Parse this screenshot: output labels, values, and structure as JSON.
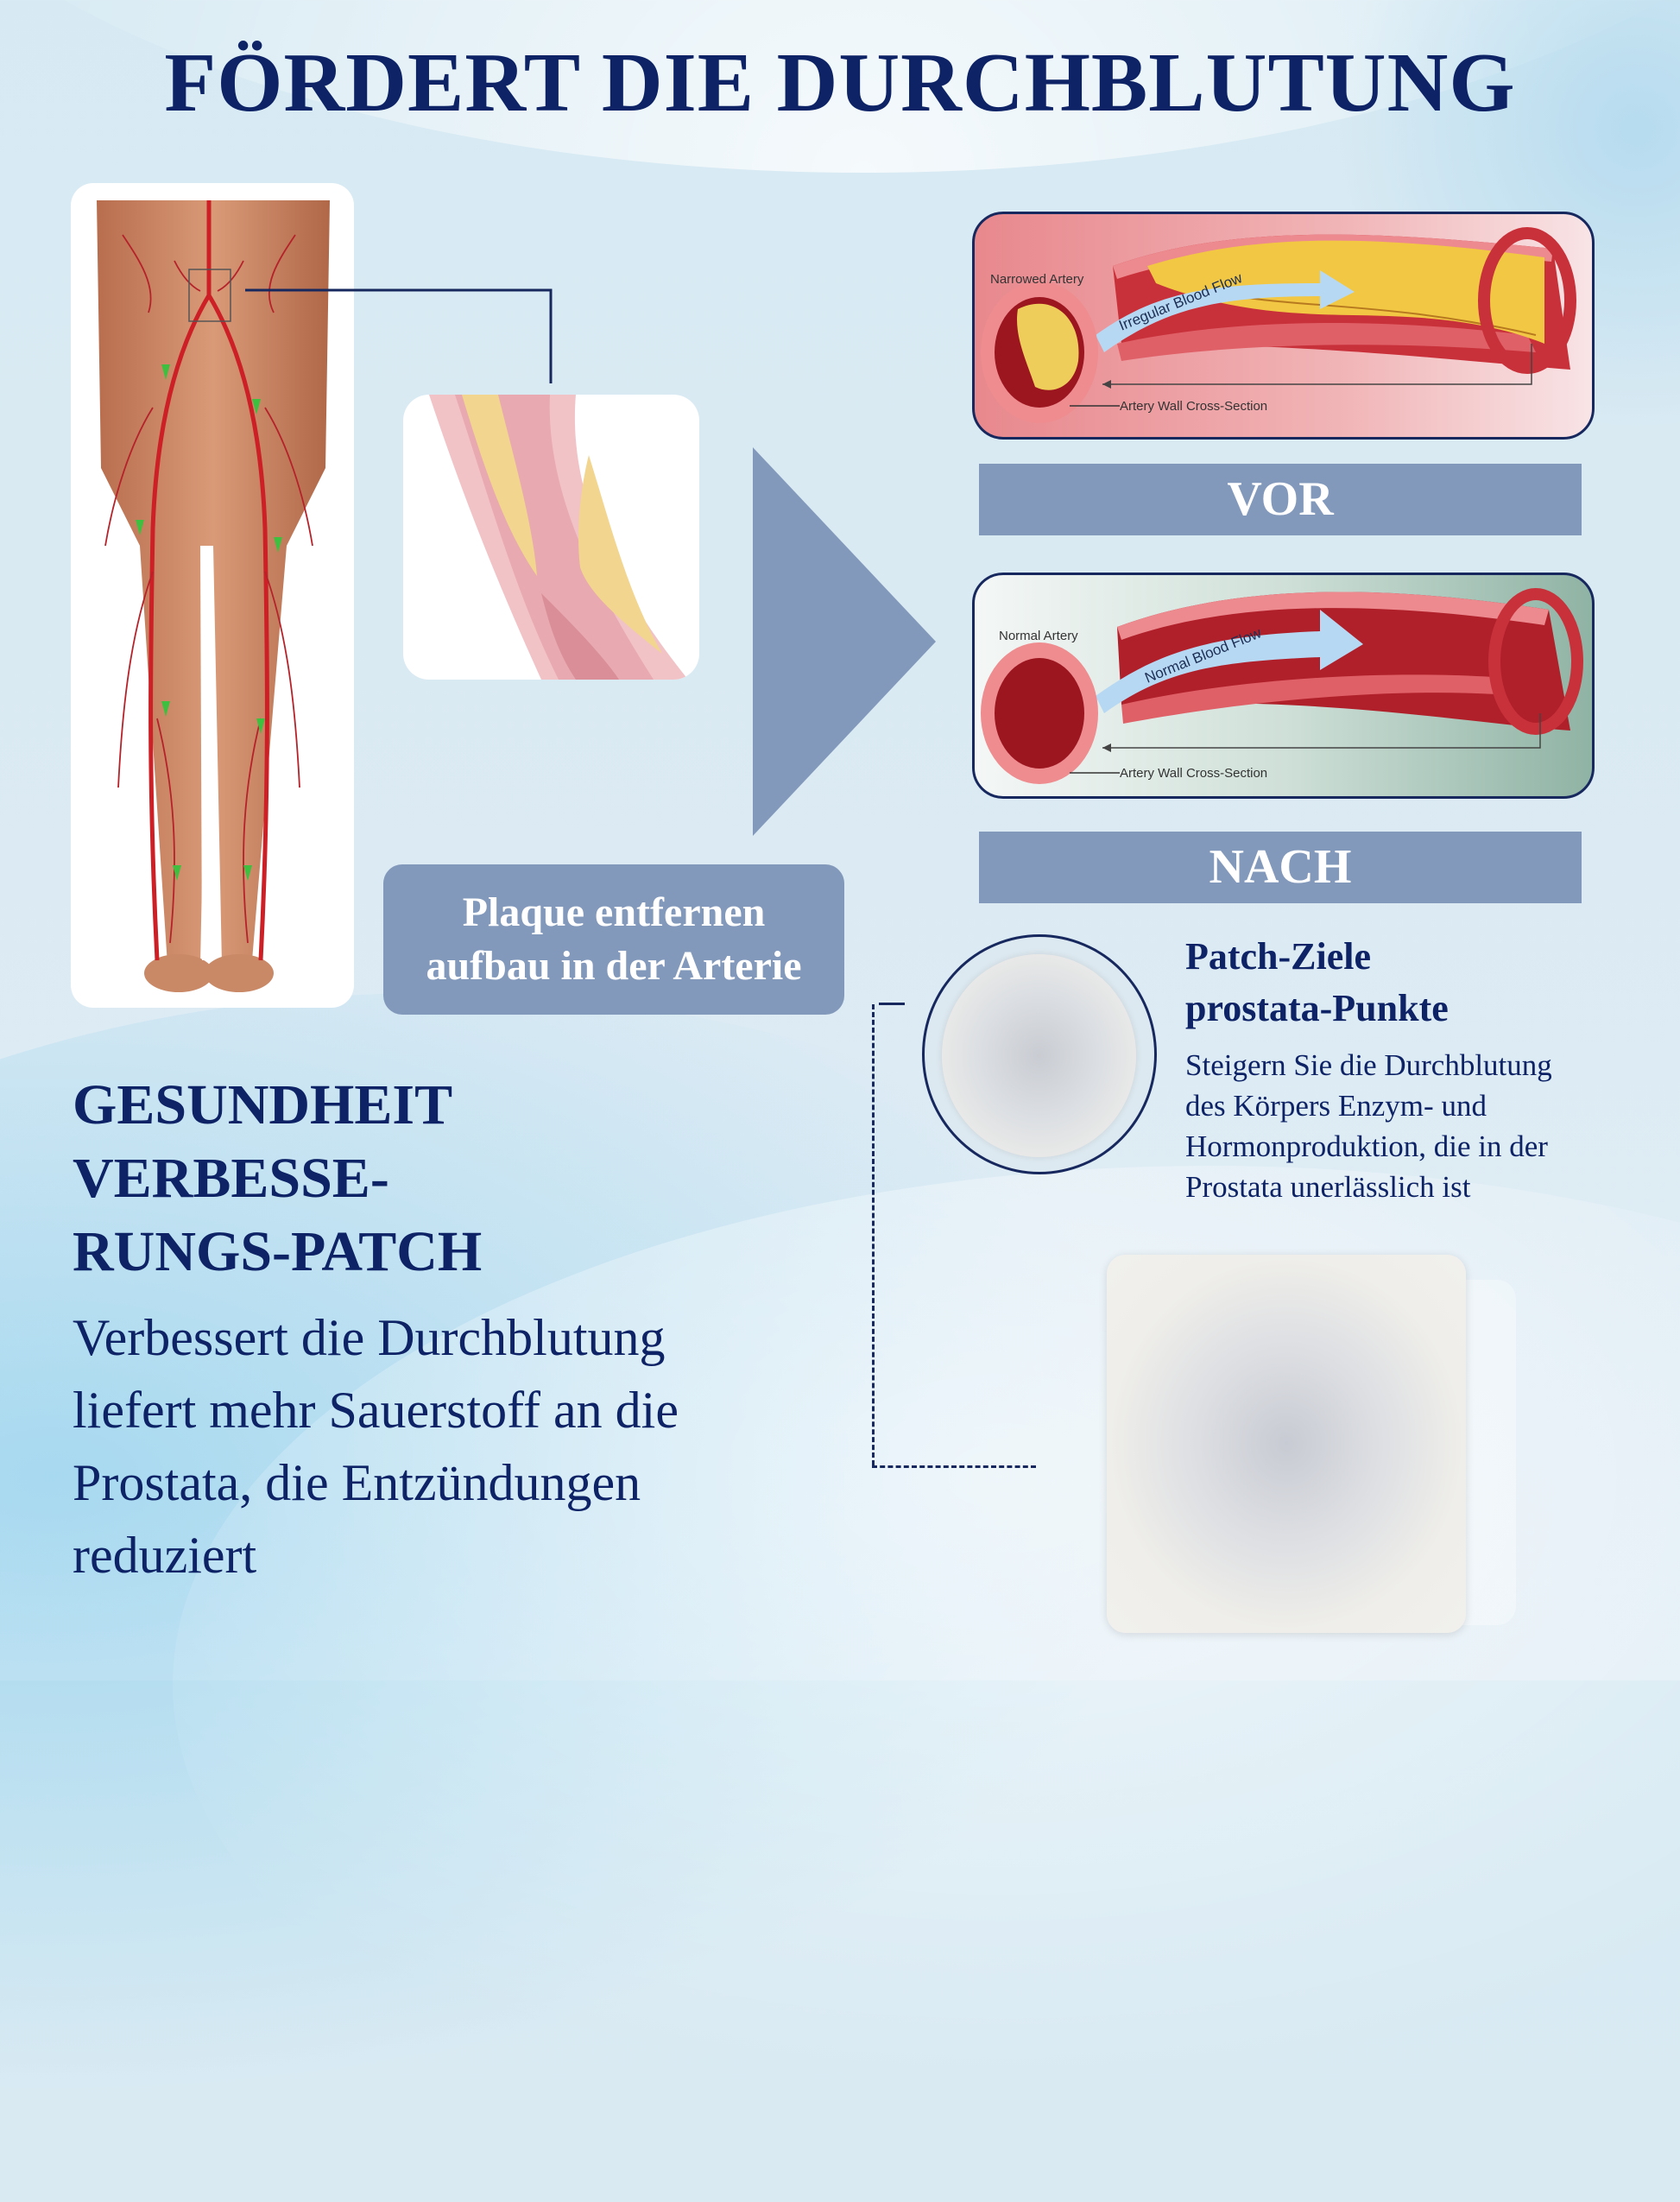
{
  "header": {
    "title": "FÖRDERT DIE DURCHBLUTUNG"
  },
  "illustration": {
    "body_image": "lower-body-arteries-illustration",
    "zoom_image": "artery-plaque-closeup"
  },
  "plaque_box": {
    "line1": "Plaque entfernen",
    "line2": "aufbau in der Arterie"
  },
  "before": {
    "label": "VOR",
    "diagram": {
      "artery_label": "Narrowed Artery",
      "flow_label": "Irregular Blood Flow",
      "wall_label": "Artery Wall Cross-Section"
    }
  },
  "after": {
    "label": "NACH",
    "diagram": {
      "artery_label": "Normal Artery",
      "flow_label": "Normal Blood Flow",
      "wall_label": "Artery Wall Cross-Section"
    }
  },
  "patch_info": {
    "title_line1": "Patch-Ziele",
    "title_line2": "prostata-Punkte",
    "desc_lines": [
      "Steigern Sie die Durchblutung",
      "des Körpers Enzym- und",
      "Hormonproduktion, die in der",
      "Prostata unerlässlich ist"
    ]
  },
  "health": {
    "title_lines": [
      "GESUNDHEIT",
      "VERBESSE-",
      "RUNGS-PATCH"
    ],
    "desc_lines": [
      "Verbessert die Durchblutung",
      "liefert mehr Sauerstoff an die",
      "Prostata, die Entzündungen",
      "reduziert"
    ]
  },
  "colors": {
    "navy": "#0d2366",
    "slate_blue": "#8399bb",
    "artery_red": "#c8262e",
    "plaque_yellow": "#f2c744",
    "flow_blue": "#a8d0f0"
  }
}
